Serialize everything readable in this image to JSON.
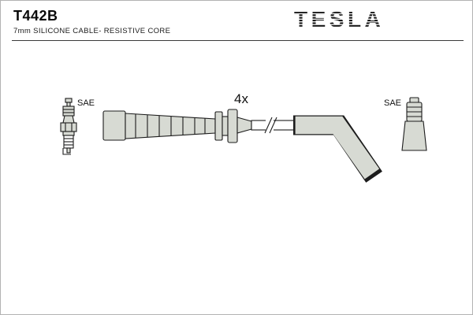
{
  "header": {
    "part_number": "T442B",
    "subtitle": "7mm SILICONE CABLE- RESISTIVE CORE",
    "brand": "TESLA"
  },
  "diagram": {
    "quantity_label": "4x",
    "left_terminal_label": "SAE",
    "right_terminal_label": "SAE"
  },
  "colors": {
    "line": "#1c1c1c",
    "boot_fill": "#d7dad3",
    "background": "#ffffff"
  }
}
